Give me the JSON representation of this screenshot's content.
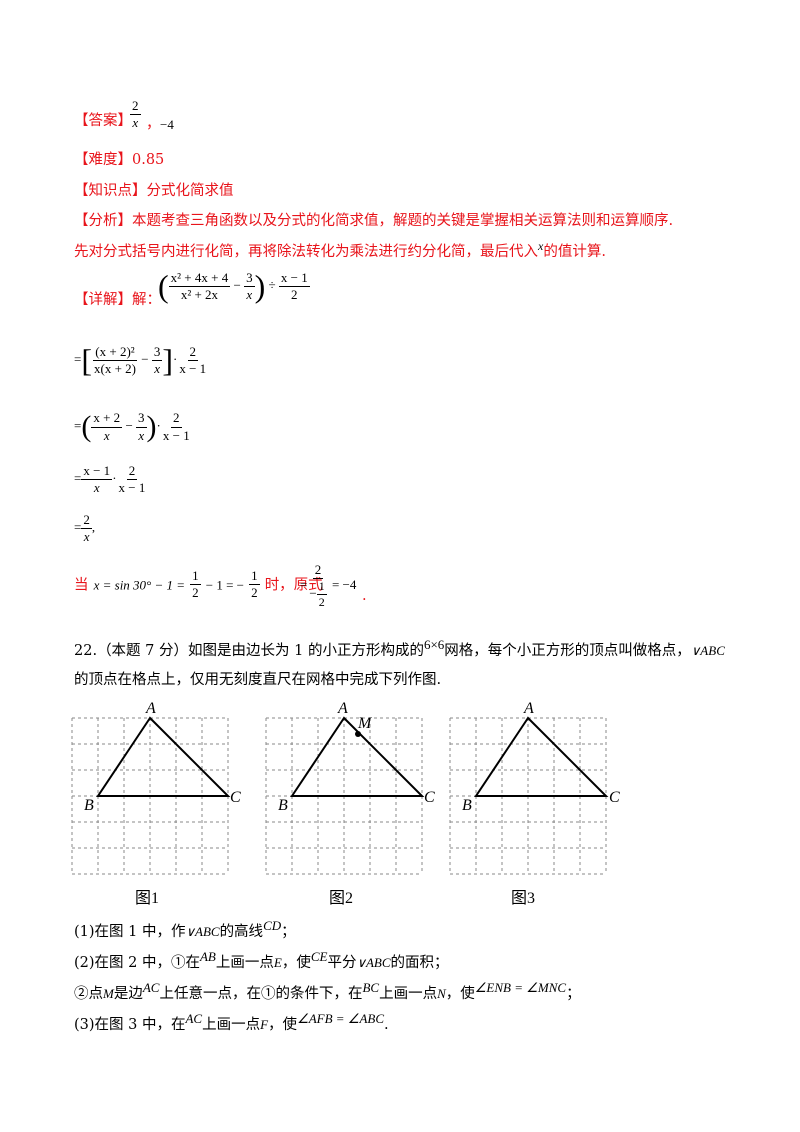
{
  "answer": {
    "tag": "【答案】",
    "num": "2",
    "den": "x",
    "sep": "，",
    "value": "−4"
  },
  "difficulty": {
    "tag": "【难度】",
    "value": "0.85"
  },
  "knowledge": {
    "tag": "【知识点】",
    "value": "分式化简求值"
  },
  "analysis": {
    "tag": "【分析】",
    "line1": "本题考查三角函数以及分式的化简求值，解题的关键是掌握相关运算法则和运算顺序.",
    "line2a": "先对分式括号内进行化简，再将除法转化为乘法进行约分化简，最后代入",
    "line2var": "x",
    "line2b": "的值计算."
  },
  "detail": {
    "tag": "【详解】",
    "lead": "解：",
    "expr": {
      "f1_num": "x² + 4x + 4",
      "f1_den": "x² + 2x",
      "minus": "−",
      "f2_num": "3",
      "f2_den": "x",
      "div": "÷",
      "f3_num": "x − 1",
      "f3_den": "2"
    },
    "step1": {
      "eq": "=",
      "a_num": "(x + 2)²",
      "a_den": "x(x + 2)",
      "minus": "−",
      "b_num": "3",
      "b_den": "x",
      "dot": "·",
      "c_num": "2",
      "c_den": "x − 1"
    },
    "step2": {
      "eq": "=",
      "a_num": "x + 2",
      "a_den": "x",
      "minus": "−",
      "b_num": "3",
      "b_den": "x",
      "dot": "·",
      "c_num": "2",
      "c_den": "x − 1"
    },
    "step3": {
      "eq": "=",
      "a_num": "x − 1",
      "a_den": "x",
      "dot": "·",
      "c_num": "2",
      "c_den": "x − 1"
    },
    "step4": {
      "eq": "=",
      "num": "2",
      "den": "x",
      "tail": ","
    },
    "final": {
      "when": "当",
      "expr": "x = sin 30° − 1 =",
      "h_num": "1",
      "h_den": "2",
      "mid": "− 1 = −",
      "r_num": "1",
      "r_den": "2",
      "text": "时，原式",
      "eq": "=",
      "v_num": "2",
      "v_den_num": "1",
      "v_den_den": "2",
      "v_minus": "−",
      "result": "= −4",
      "dot": "."
    }
  },
  "question": {
    "number": "22.",
    "line1a": "（本题 7 分）如图是由边长为 1 的小正方形构成的",
    "grid": "6×6",
    "line1b": "网格，每个小正方形的顶点叫做格点，",
    "tri": "∨ABC",
    "line2": "的顶点在格点上，仅用无刻度直尺在网格中完成下列作图.",
    "figures": [
      {
        "caption": "图1",
        "A": "A",
        "B": "B",
        "C": "C"
      },
      {
        "caption": "图2",
        "A": "A",
        "B": "B",
        "C": "C",
        "M": "M"
      },
      {
        "caption": "图3",
        "A": "A",
        "B": "B",
        "C": "C"
      }
    ],
    "parts": {
      "p1a": "(1)在图 1 中，作",
      "p1tri": "∨ABC",
      "p1b": "的高线",
      "p1cd": "CD",
      "p1c": "；",
      "p2a": "(2)在图 2 中，①在",
      "p2ab": "AB",
      "p2b": "上画一点",
      "p2e": "E",
      "p2c": "，使",
      "p2ce": "CE",
      "p2d": "平分",
      "p2tri": "∨ABC",
      "p2e2": "的面积；",
      "p3a": "②点",
      "p3m": "M",
      "p3b": "是边",
      "p3ac": "AC",
      "p3c": "上任意一点，在①的条件下，在",
      "p3bc": "BC",
      "p3d": "上画一点",
      "p3n": "N",
      "p3e": "，使",
      "p3angle": "∠ENB = ∠MNC",
      "p3f": "；",
      "p4a": "(3)在图 3 中，在",
      "p4ac": "AC",
      "p4b": "上画一点",
      "p4f": "F",
      "p4c": "，使",
      "p4angle": "∠AFB = ∠ABC",
      "p4d": "."
    }
  }
}
